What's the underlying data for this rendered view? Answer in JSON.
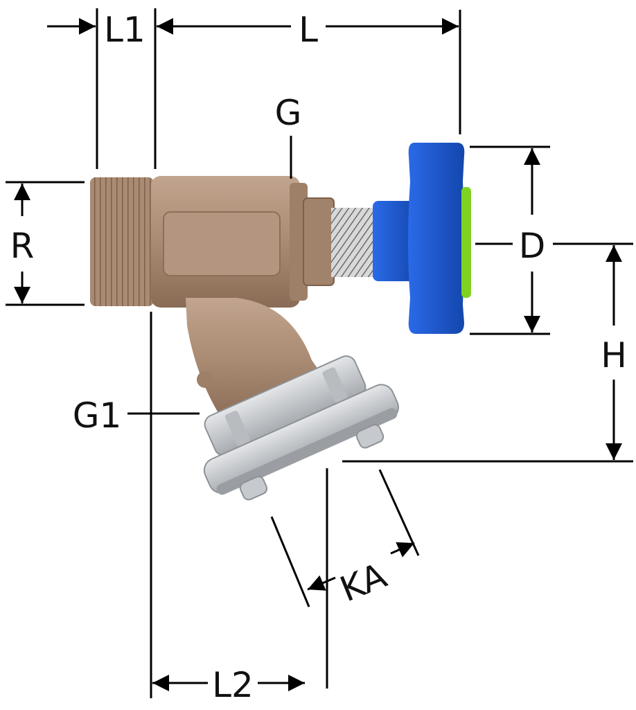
{
  "labels": {
    "L1": "L1",
    "L": "L",
    "G": "G",
    "R": "R",
    "D": "D",
    "H": "H",
    "G1": "G1",
    "KA": "KA",
    "L2": "L2"
  },
  "colors": {
    "body": "#a98a72",
    "body_dark": "#8a6c56",
    "handwheel": "#1e5bd6",
    "handwheel_dark": "#1446ad",
    "indicator": "#7ed321",
    "coupling": "#c9ccd0",
    "coupling_dark": "#9a9ea3",
    "stem": "#b5b5b5"
  }
}
